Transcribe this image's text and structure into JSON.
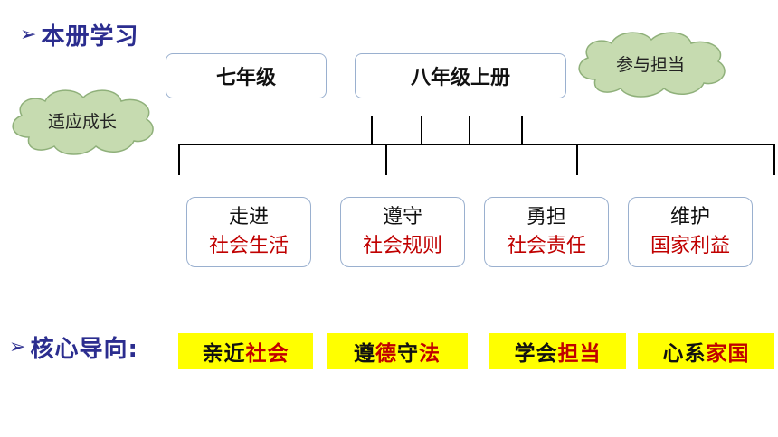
{
  "section1": {
    "arrow": "➢",
    "title": "本册学习"
  },
  "grades": {
    "grade7": "七年级",
    "grade8_first": "八年级上册"
  },
  "clouds": {
    "left": "适应成长",
    "right": "参与担当"
  },
  "units": [
    {
      "top": "走进",
      "bottom": "社会生活"
    },
    {
      "top": "遵守",
      "bottom": "社会规则"
    },
    {
      "top": "勇担",
      "bottom": "社会责任"
    },
    {
      "top": "维护",
      "bottom": "国家利益"
    }
  ],
  "section2": {
    "arrow": "➢",
    "title": "核心导向:"
  },
  "orientations": [
    {
      "black1": "亲近",
      "red": "社会",
      "black2": ""
    },
    {
      "black1": "遵",
      "red": "德",
      "black2": "守",
      "red2": "法"
    },
    {
      "black1": "学会",
      "red": "担当",
      "black2": ""
    },
    {
      "black1": "心系",
      "red": "家国",
      "black2": ""
    }
  ],
  "colors": {
    "title_blue": "#2b2d8f",
    "accent_red": "#c00000",
    "highlight_yellow": "#ffff00",
    "cloud_green": "#c6dbb0"
  }
}
